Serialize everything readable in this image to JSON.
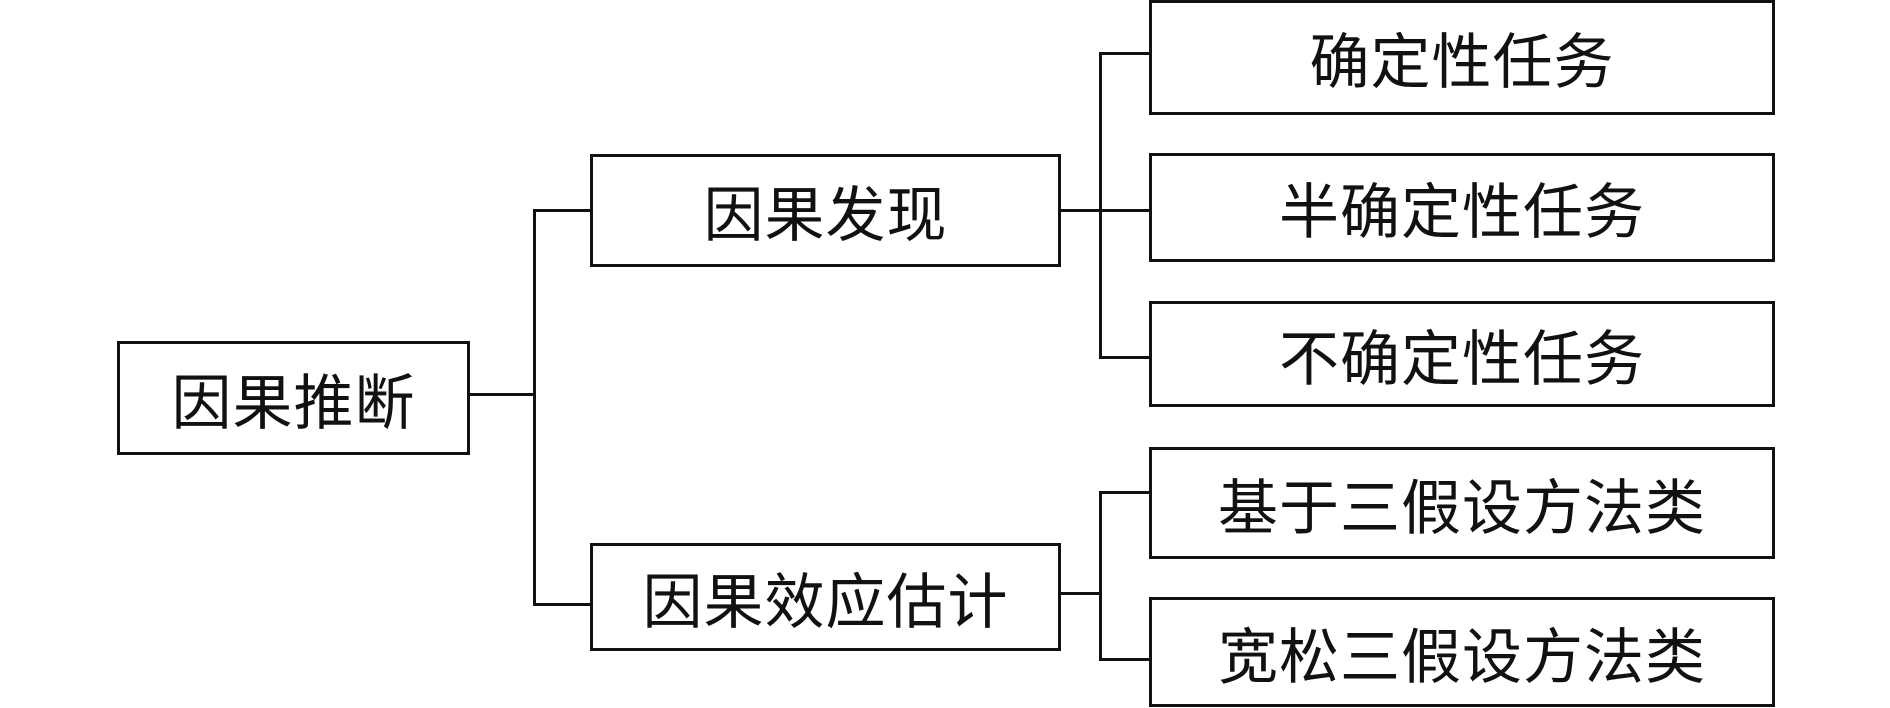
{
  "diagram": {
    "root": {
      "label": "因果推断"
    },
    "branches": [
      {
        "label": "因果发现",
        "children": [
          {
            "label": "确定性任务"
          },
          {
            "label": "半确定性任务"
          },
          {
            "label": "不确定性任务"
          }
        ]
      },
      {
        "label": "因果效应估计",
        "children": [
          {
            "label": "基于三假设方法类"
          },
          {
            "label": "宽松三假设方法类"
          }
        ]
      }
    ],
    "colors": {
      "line": "#111111",
      "border": "#111111",
      "background": "#ffffff"
    }
  }
}
